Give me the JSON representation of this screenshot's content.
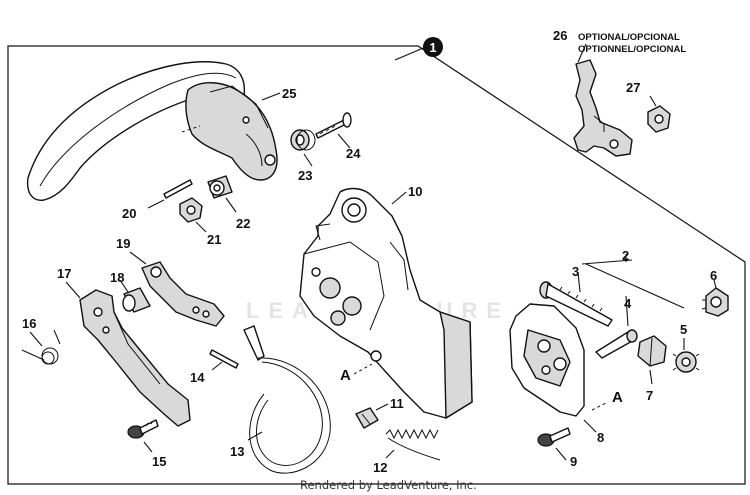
{
  "diagram": {
    "assembly_badge": "1",
    "optional_label_line1": "OPTIONAL/OPCIONAL",
    "optional_label_line2": "OPTIONNEL/OPCIONAL",
    "callout_a": "A",
    "watermark": "LEADVENTURE",
    "footer": "Rendered by LeadVenture, Inc.",
    "parts": [
      {
        "number": "2"
      },
      {
        "number": "3"
      },
      {
        "number": "4"
      },
      {
        "number": "5"
      },
      {
        "number": "6"
      },
      {
        "number": "7"
      },
      {
        "number": "8"
      },
      {
        "number": "9"
      },
      {
        "number": "10"
      },
      {
        "number": "11"
      },
      {
        "number": "12"
      },
      {
        "number": "13"
      },
      {
        "number": "14"
      },
      {
        "number": "15"
      },
      {
        "number": "16"
      },
      {
        "number": "17"
      },
      {
        "number": "18"
      },
      {
        "number": "19"
      },
      {
        "number": "20"
      },
      {
        "number": "21"
      },
      {
        "number": "22"
      },
      {
        "number": "23"
      },
      {
        "number": "24"
      },
      {
        "number": "25"
      },
      {
        "number": "26"
      },
      {
        "number": "27"
      }
    ]
  }
}
